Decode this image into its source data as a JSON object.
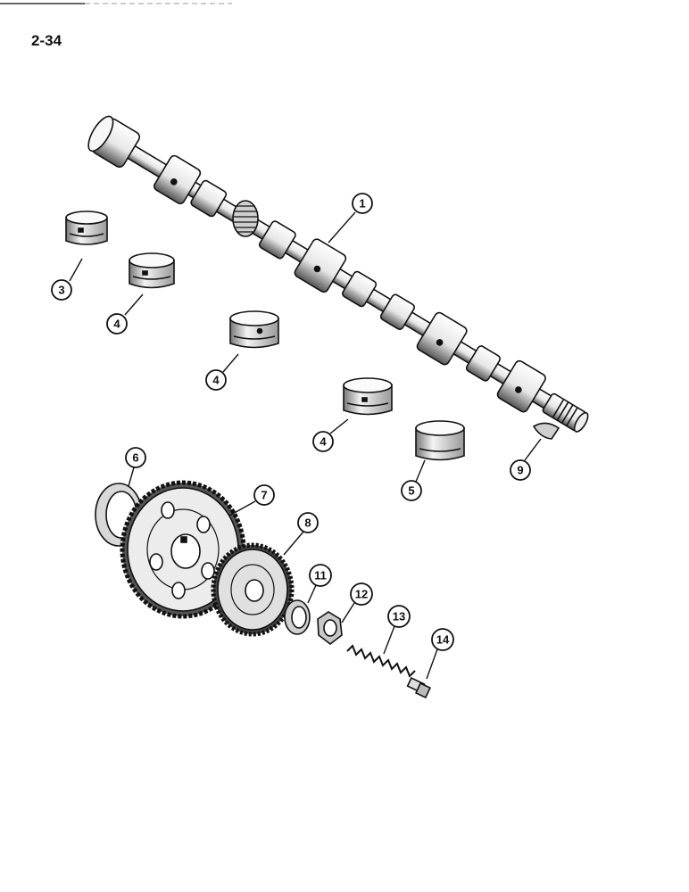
{
  "page": {
    "number": "2-34"
  },
  "callouts": {
    "c1": "1",
    "c3": "3",
    "c4a": "4",
    "c4b": "4",
    "c4c": "4",
    "c5": "5",
    "c6": "6",
    "c7": "7",
    "c8": "8",
    "c9": "9",
    "c11": "11",
    "c12": "12",
    "c13": "13",
    "c14": "14"
  },
  "parts": [
    "camshaft",
    "bushing",
    "bushing",
    "bushing",
    "bushing",
    "bushing",
    "key",
    "thrust-washer",
    "camshaft-gear",
    "helical-gear",
    "washer",
    "nut",
    "spring",
    "plunger"
  ]
}
